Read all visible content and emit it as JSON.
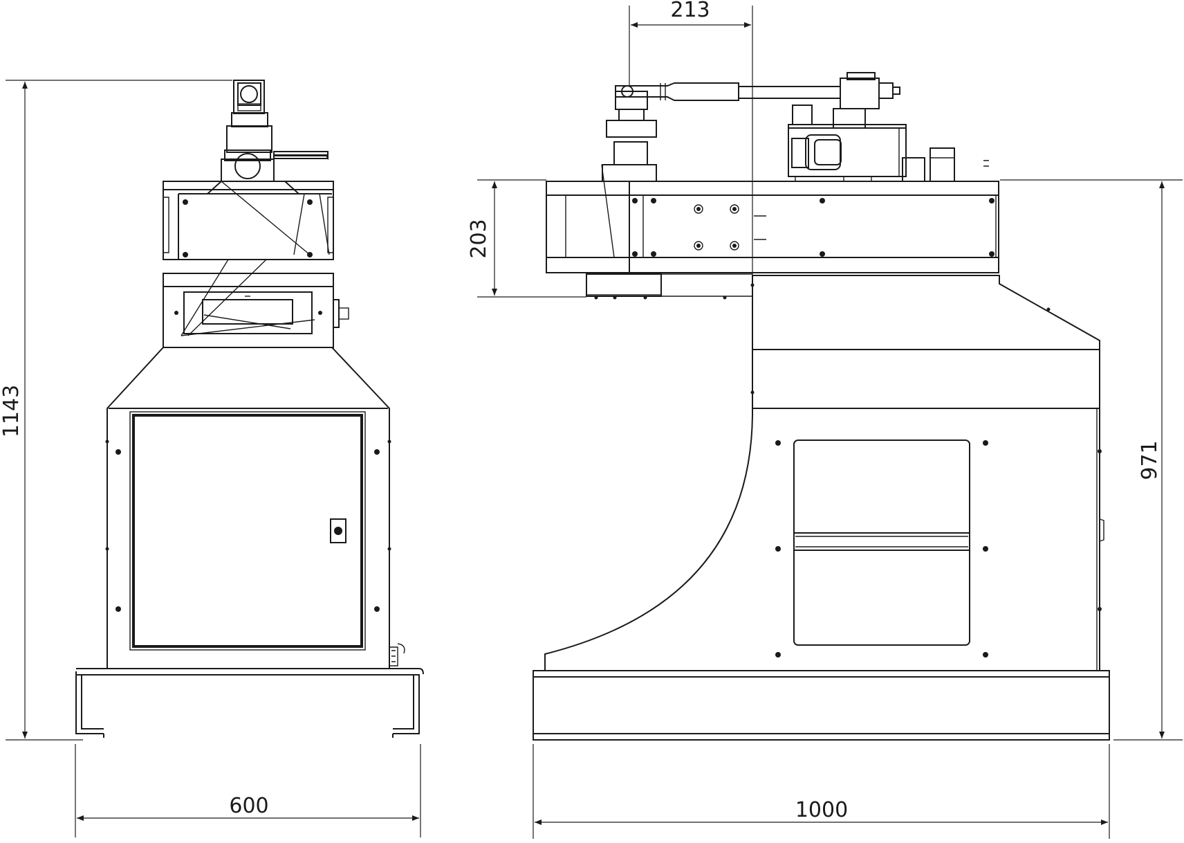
{
  "dimensions": {
    "front_height": "1143",
    "front_width": "600",
    "side_top_offset": "213",
    "side_upper_height": "203",
    "side_lower_height": "971",
    "side_width": "1000"
  },
  "colors": {
    "line": "#1a1a1a",
    "background": "#ffffff"
  }
}
